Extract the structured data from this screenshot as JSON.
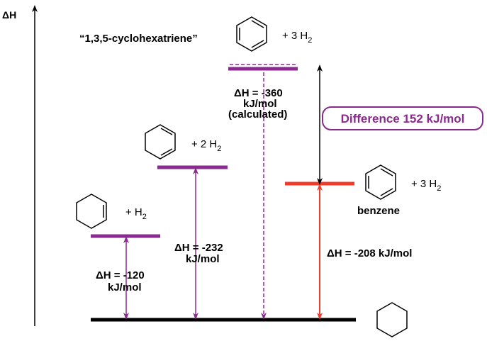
{
  "axis": {
    "label": "ΔH"
  },
  "colors": {
    "purple": "#8B2A8E",
    "red": "#F03A2A",
    "black": "#000000"
  },
  "levels": {
    "cyclohexatriene": {
      "name": "“1,3,5-cyclohexatriene”",
      "reagent": "+ 3 H",
      "sub": "2"
    },
    "cyclohexadiene": {
      "reagent": "+ 2 H",
      "sub": "2"
    },
    "cyclohexene": {
      "reagent": "+ H",
      "sub": "2"
    },
    "benzene": {
      "name": "benzene",
      "reagent": "+ 3 H",
      "sub": "2"
    }
  },
  "arrows": {
    "cyclohexene": {
      "line1": "ΔH = -120",
      "line2": "kJ/mol",
      "value_kj_mol": -120
    },
    "cyclohexadiene": {
      "line1": "ΔH = -232",
      "line2": "kJ/mol",
      "value_kj_mol": -232
    },
    "cyclohexatriene": {
      "line1": "ΔH = -360",
      "line2": "kJ/mol",
      "line3": "(calculated)",
      "value_kj_mol": -360
    },
    "benzene": {
      "line1": "ΔH = -208 kJ/mol",
      "value_kj_mol": -208
    }
  },
  "difference": {
    "label": "Difference 152 kJ/mol",
    "value_kj_mol": 152
  }
}
